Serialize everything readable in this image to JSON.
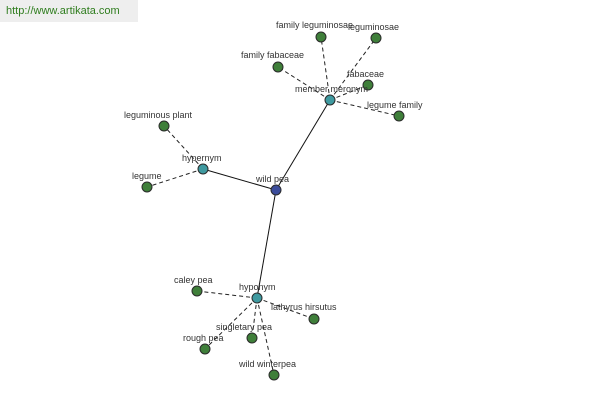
{
  "watermark": "http://www.artikata.com",
  "colors": {
    "central_node": "#3b4c9b",
    "relation_node": "#3f9aa0",
    "leaf_node": "#3f7f3a"
  },
  "graph": {
    "central": "wild pea",
    "relations": {
      "member_meronym": "member meronym",
      "hypernym": "hypernym",
      "hyponym": "hyponym"
    },
    "terms": {
      "family_leguminosae": "family leguminosae",
      "leguminosae": "leguminosae",
      "family_fabaceae": "family fabaceae",
      "fabaceae": "fabaceae",
      "legume_family": "legume family",
      "leguminous_plant": "leguminous plant",
      "legume": "legume",
      "caley_pea": "caley pea",
      "lathyrus_hirsutus": "lathyrus hirsutus",
      "singletary_pea": "singletary pea",
      "rough_pea": "rough pea",
      "wild_winterpea": "wild winterpea"
    }
  }
}
